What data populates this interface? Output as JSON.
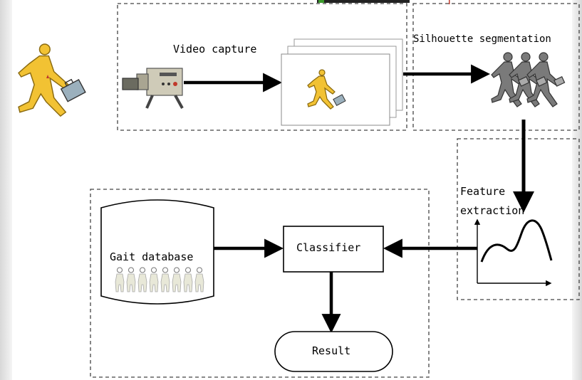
{
  "labels": {
    "video_capture": "Video capture",
    "silhouette_segmentation": "Silhouette segmentation",
    "feature_line1": "Feature",
    "feature_line2": "extraction",
    "gait_database": "Gait database",
    "classifier": "Classifier",
    "result": "Result"
  },
  "colors": {
    "walker_fill": "#f2c233",
    "walker_outline": "#8a6a10",
    "briefcase": "#9bb0bd",
    "silhouette_fill": "#7a7a7a",
    "database_people": "#e8e8d8",
    "line": "#000000"
  }
}
